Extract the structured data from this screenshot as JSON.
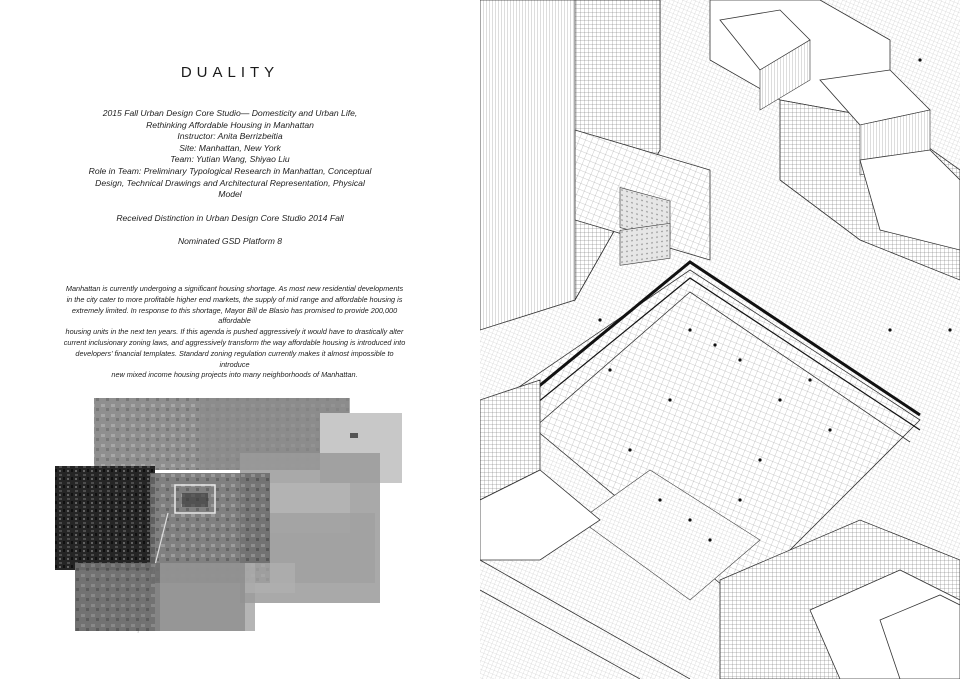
{
  "project": {
    "title": "DUALITY"
  },
  "meta": {
    "course_line1": "2015 Fall Urban Design Core Studio— Domesticity and Urban Life,",
    "course_line2": "Rethinking Affordable Housing in Manhattan",
    "instructor": "Instructor: Anita Berrizbeitia",
    "site": "Site: Manhattan, New York",
    "team": "Team: Yutian Wang, Shiyao Liu",
    "role_line1": "Role in Team: Preliminary Typological Research in Manhattan, Conceptual",
    "role_line2": "Design, Technical Drawings and Architectural Representation, Physical",
    "role_line3": "Model",
    "distinction": "Received Distinction in Urban Design Core Studio 2014 Fall",
    "nomination": "Nominated GSD Platform 8"
  },
  "abstract": {
    "lines": [
      "Manhattan is currently undergoing a significant housing shortage. As most new residential developments",
      "in the city cater to more profitable higher end markets, the supply of mid range and affordable housing is",
      "extremely limited. In response to this shortage, Mayor Bill de Blasio has promised to provide 200,000 affordable",
      "housing units in the next ten years. If this agenda is pushed aggressively it would have to drastically alter",
      "current inclusionary zoning laws, and aggressively transform the way affordable housing is introduced into",
      "developers' financial templates. Standard zoning regulation currently makes it almost impossible to introduce",
      "new mixed income housing projects into many neighborhoods of Manhattan."
    ]
  },
  "colors": {
    "paper": "#ffffff",
    "ink": "#111111",
    "aerial_dark": "#2a2a2a",
    "aerial_mid": "#7a7a7a",
    "aerial_light": "#bdbdbd"
  },
  "images": {
    "aerial_collage": "aerial-photo-collage",
    "axonometric": "axonometric-drawing"
  }
}
